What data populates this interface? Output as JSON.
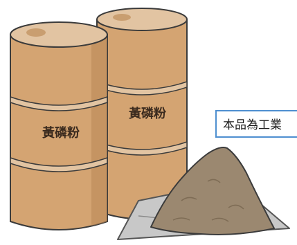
{
  "illustration": {
    "drum_back": {
      "label": "黃磷粉"
    },
    "drum_front": {
      "label": "黃磷粉"
    },
    "note_box": {
      "text": "本品為工業"
    }
  },
  "colors": {
    "drum_fill": "#d4a472",
    "drum_shadow": "#b88755",
    "drum_outline": "#3b3b3b",
    "lid_fill": "#e2c4a2",
    "lid_spot": "#c99e70",
    "powder_fill": "#9b8870",
    "powder_dark": "#7e6c55",
    "sheet_fill": "#c8c8c8",
    "sheet_outline": "#555555",
    "note_border": "#4e8fd0"
  }
}
